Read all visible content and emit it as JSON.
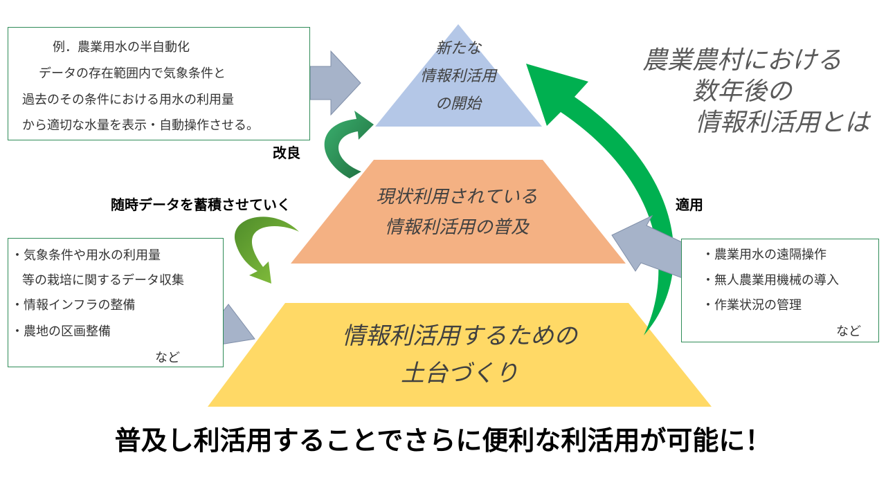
{
  "title_lines": [
    "農業農村における",
    "数年後の",
    "情報利活用とは"
  ],
  "pyramid": {
    "top": [
      "新たな",
      "情報利活用",
      "の開始"
    ],
    "middle": [
      "現状利用されている",
      "情報利活用の普及"
    ],
    "bottom": [
      "情報利活用するための",
      "土台づくり"
    ]
  },
  "example_box": {
    "lines": [
      "例．農業用水の半自動化",
      "データの存在範囲内で気象条件と",
      "過去のその条件における用水の利用量",
      "から適切な水量を表示・自動操作させる。"
    ]
  },
  "left_box": {
    "lines": [
      "・気象条件や用水の利用量",
      "等の栽培に関するデータ収集",
      "・情報インフラの整備",
      "・農地の区画整備",
      "など"
    ]
  },
  "right_box": {
    "lines": [
      "・農業用水の遠隔操作",
      "・無人農業用機械の導入",
      "・作業状況の管理",
      "など"
    ]
  },
  "labels": {
    "improve": "改良",
    "accumulate": "随時データを蓄積させていく",
    "apply": "適用"
  },
  "bottom_text": "普及し利活用することでさらに便利な利活用が可能に！",
  "colors": {
    "top_level": "#b4c7e7",
    "middle_level": "#f4b183",
    "bottom_level": "#ffd966",
    "box_arrow": "#a6b3c9",
    "curved_arrow_green": "#00b050",
    "curved_arrow_dark": "#2e8b57",
    "box_border": "#2e8b57"
  }
}
